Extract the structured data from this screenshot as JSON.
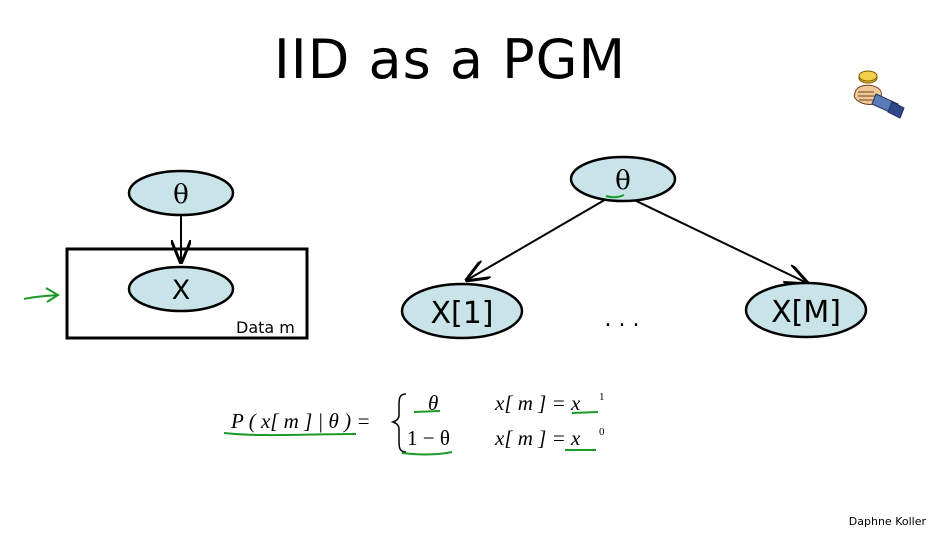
{
  "title": "IID as a PGM",
  "left_diagram": {
    "parent_node": "θ",
    "child_node": "X",
    "plate_label": "Data m"
  },
  "right_diagram": {
    "parent_node": "θ",
    "child_nodes": [
      "X[1]",
      "X[M]"
    ],
    "ellipsis": ". . ."
  },
  "equation": {
    "lhs": "P ( x[ m ] | θ ) =",
    "case1_value": "θ",
    "case1_condition": "x[ m ] = x",
    "case1_superscript": "1",
    "case2_value": "1 − θ",
    "case2_condition": "x[ m ] = x",
    "case2_superscript": "0"
  },
  "icons": {
    "coin": "coin-flip-hand-icon",
    "annotation_arrow": "green-arrow-icon"
  },
  "colors": {
    "node_fill": "#c8e4e8",
    "node_stroke": "#000000",
    "annotation": "#1a9a2a"
  },
  "author": "Daphne Koller"
}
